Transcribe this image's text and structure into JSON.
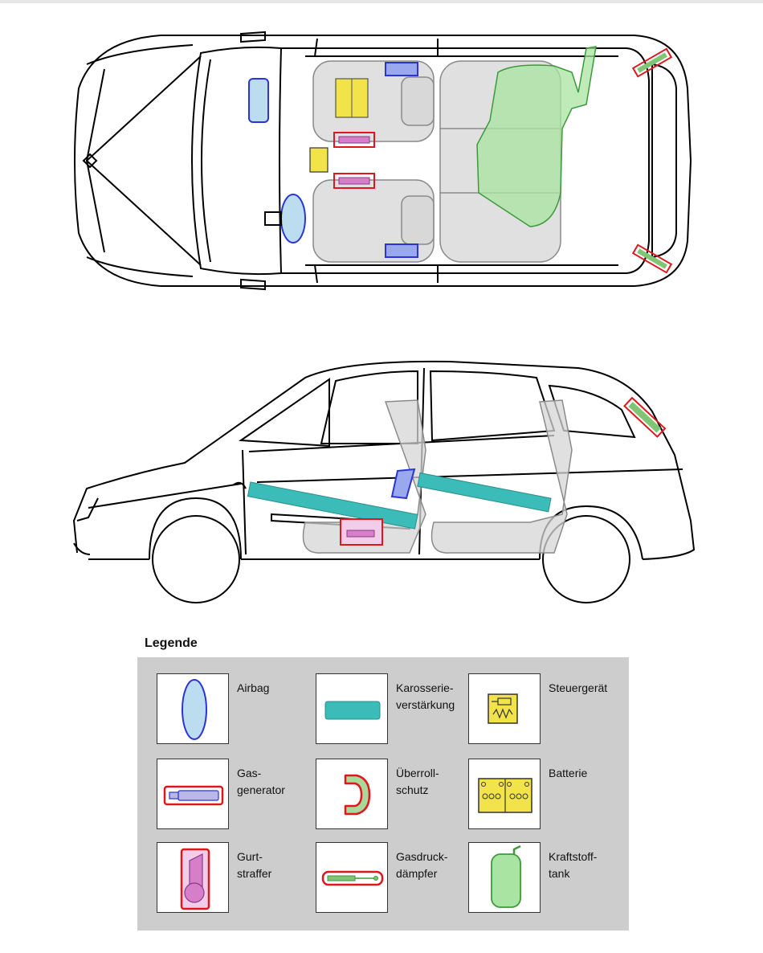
{
  "legend": {
    "title": "Legende",
    "items": [
      {
        "key": "airbag",
        "label": "Airbag",
        "icon": "airbag-icon",
        "color": "#bcdcef",
        "edge": "#2a35d8"
      },
      {
        "key": "karosserie",
        "label": "Karosserie-\nverstärkung",
        "icon": "body-reinforcement-icon",
        "color": "#3bbcb8",
        "edge": "#2b8e8b"
      },
      {
        "key": "steuergeraet",
        "label": "Steuergerät",
        "icon": "control-unit-icon",
        "color": "#f2e34a",
        "edge": "#333333"
      },
      {
        "key": "gasgenerator",
        "label": "Gas-\ngenerator",
        "icon": "gas-generator-icon",
        "color": "#b8b8e6",
        "edge": "#e0161d"
      },
      {
        "key": "ueberrollschutz",
        "label": "Überroll-\nschutz",
        "icon": "rollover-protection-icon",
        "color": "#a7d99a",
        "edge": "#e0161d"
      },
      {
        "key": "batterie",
        "label": "Batterie",
        "icon": "battery-icon",
        "color": "#f2e34a",
        "edge": "#333333"
      },
      {
        "key": "gurtstraffer",
        "label": "Gurt-\nstraffer",
        "icon": "belt-tensioner-icon",
        "color": "#d67fc8",
        "edge": "#e0161d"
      },
      {
        "key": "gasdruckdaempfer",
        "label": "Gasdruck-\ndämpfer",
        "icon": "gas-strut-icon",
        "color": "#7fc574",
        "edge": "#e0161d"
      },
      {
        "key": "kraftstofftank",
        "label": "Kraftstoff-\ntank",
        "icon": "fuel-tank-icon",
        "color": "#a9e4a2",
        "edge": "#3c9a3c"
      }
    ]
  }
}
